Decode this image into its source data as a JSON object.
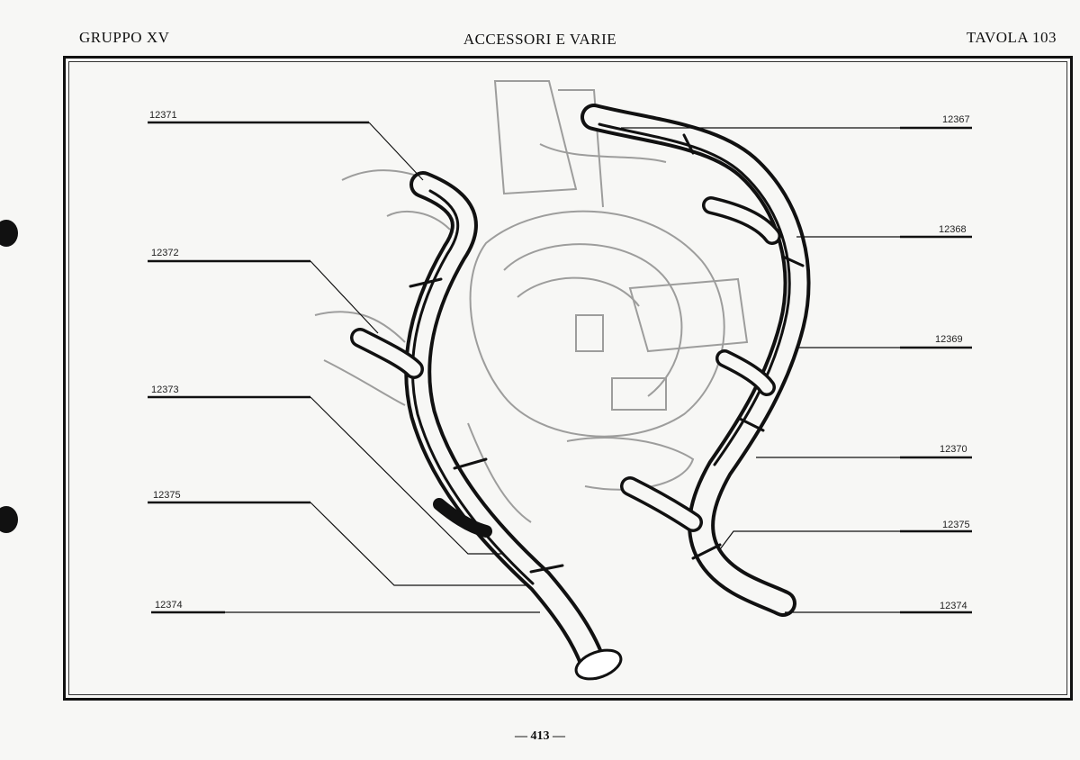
{
  "header": {
    "group": "GRUPPO XV",
    "title": "ACCESSORI E VARIE",
    "plate": "TAVOLA 103"
  },
  "callouts": {
    "left": [
      "12371",
      "12372",
      "12373",
      "12375",
      "12374"
    ],
    "right": [
      "12367",
      "12368",
      "12369",
      "12370",
      "12375",
      "12374"
    ]
  },
  "footer": {
    "page": "— 413 —"
  }
}
